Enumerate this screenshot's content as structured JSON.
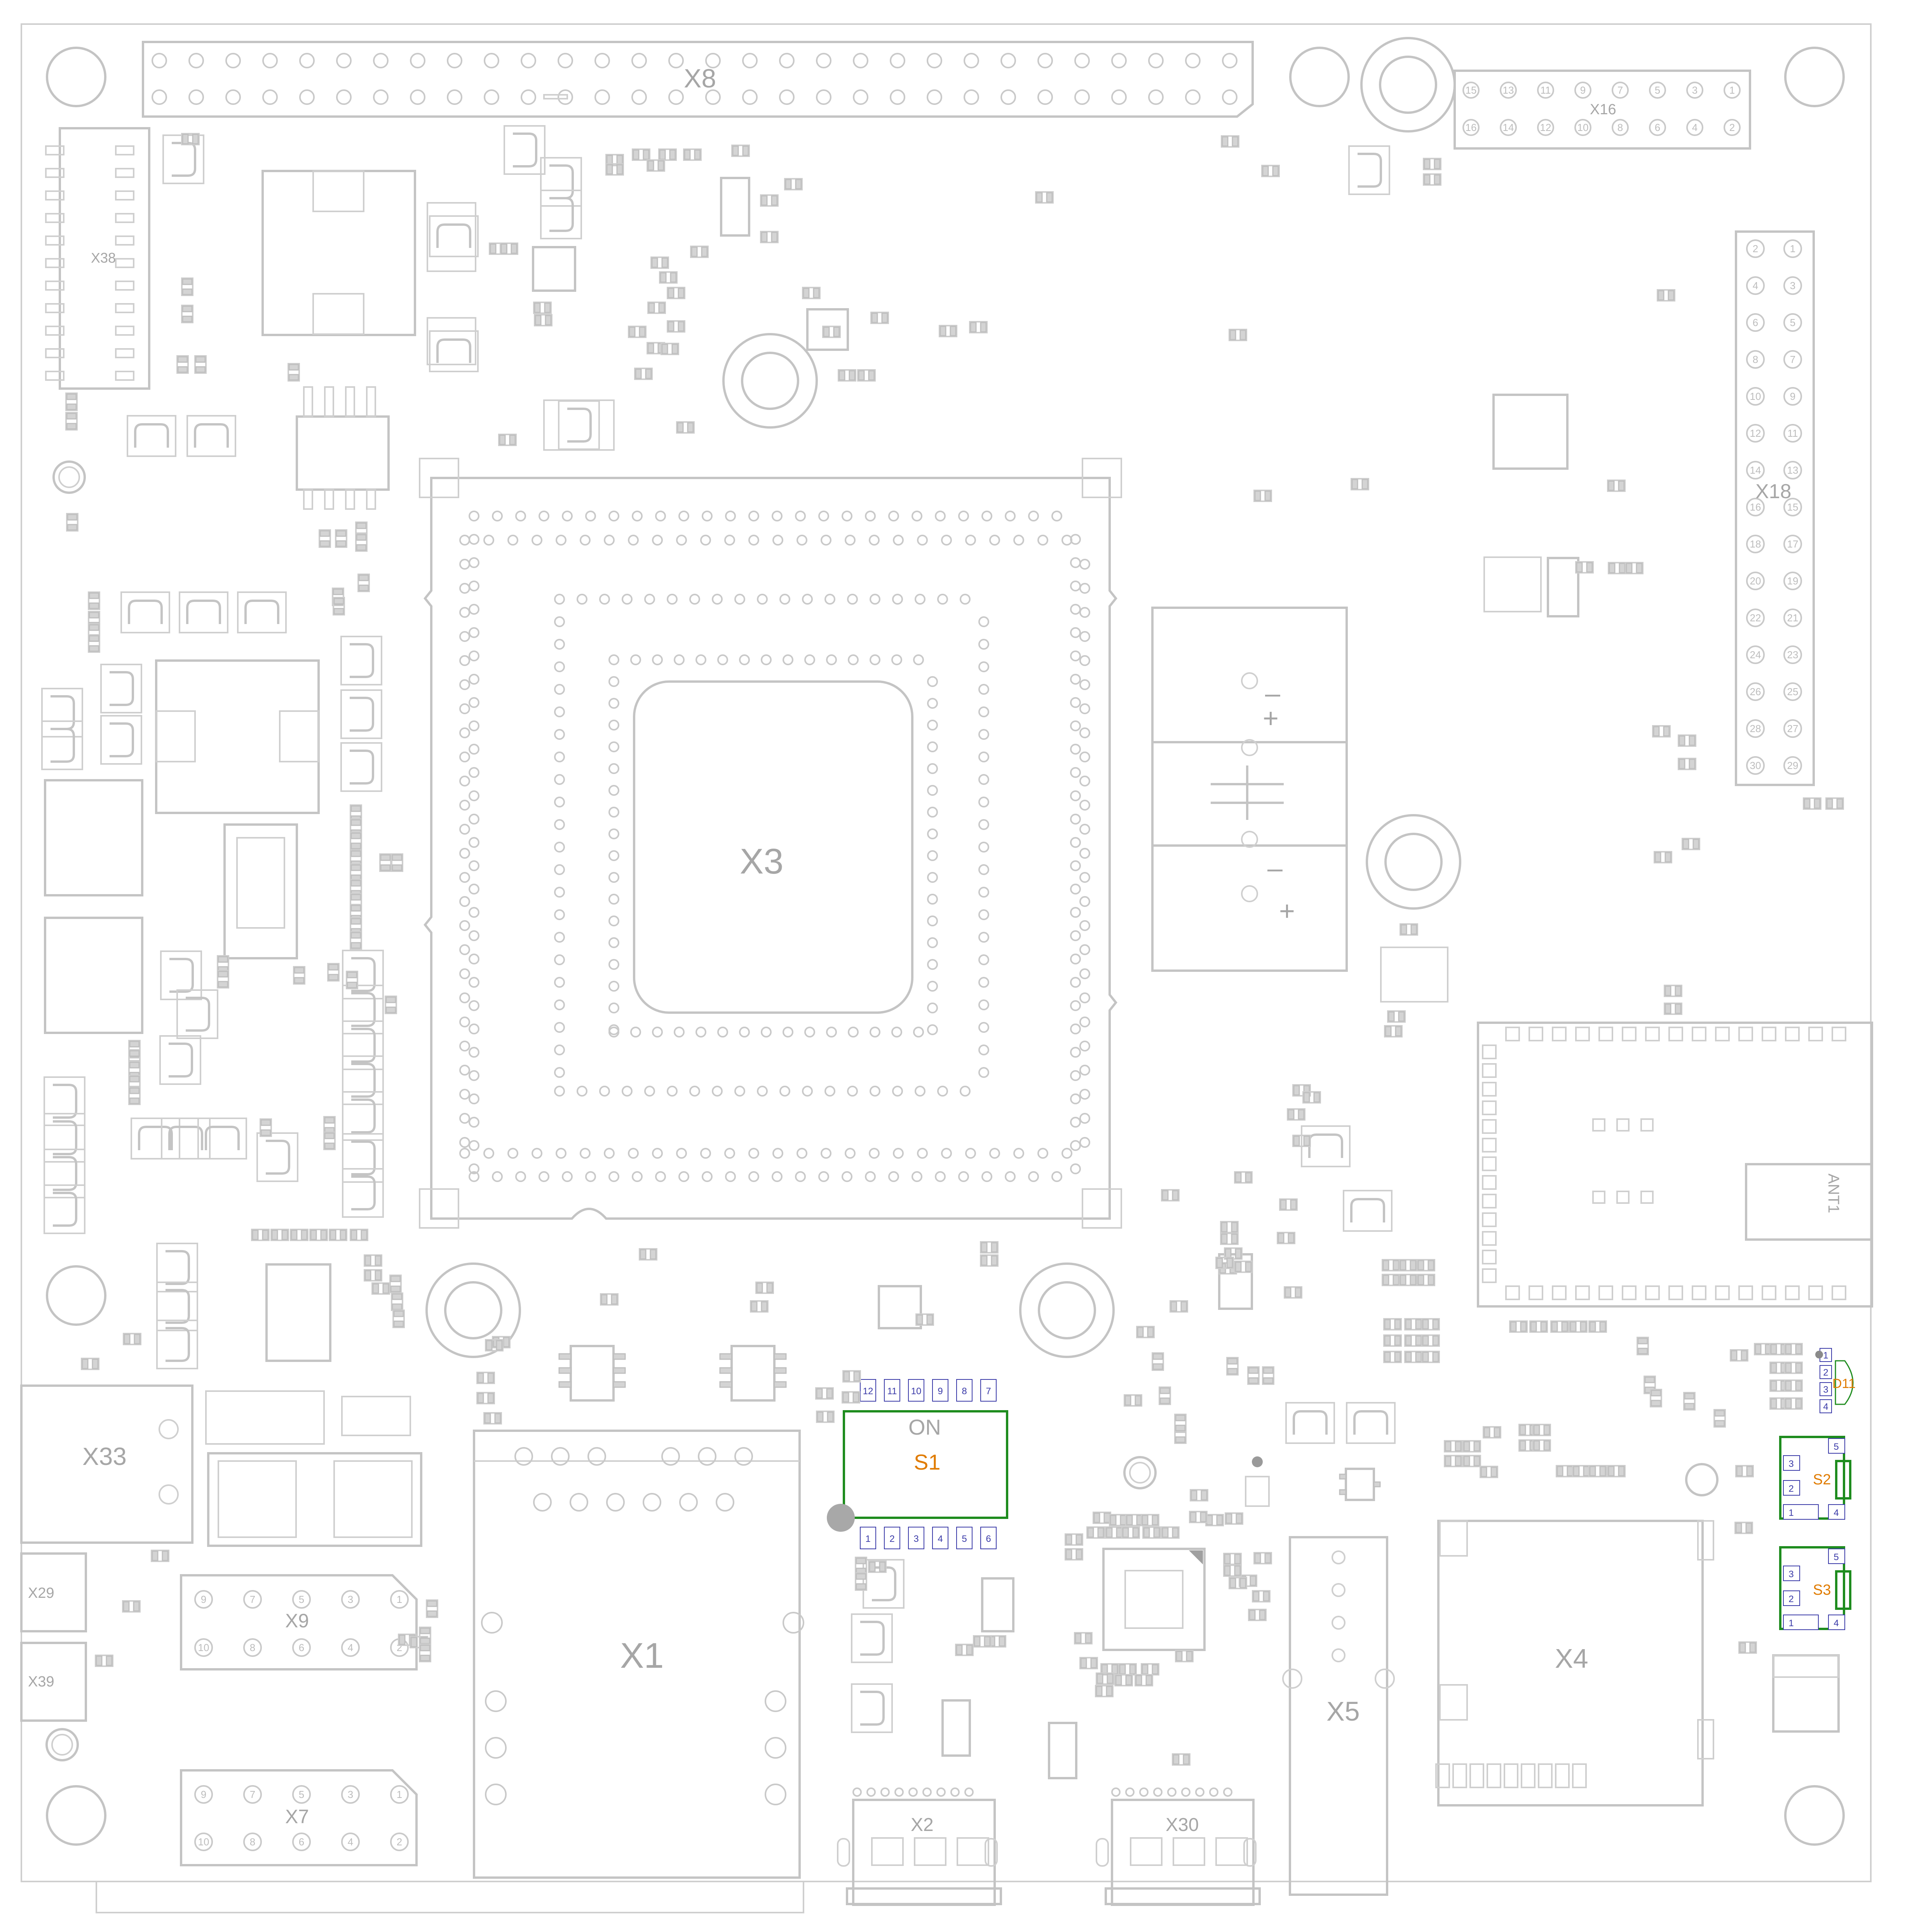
{
  "board": {
    "connectors": {
      "x8": "X8",
      "x16": "X16",
      "x38": "X38",
      "x18": "X18",
      "x3": "X3",
      "x33": "X33",
      "x29": "X29",
      "x39": "X39",
      "x9": "X9",
      "x7": "X7",
      "x1": "X1",
      "x2": "X2",
      "x30": "X30",
      "x5": "X5",
      "x4": "X4",
      "ant1": "ANT1"
    },
    "switches": {
      "s1": "S1",
      "s1_on": "ON",
      "s1_top_pins": [
        "12",
        "11",
        "10",
        "9",
        "8",
        "7"
      ],
      "s1_bottom_pins": [
        "1",
        "2",
        "3",
        "4",
        "5",
        "6"
      ],
      "s2": "S2",
      "s3": "S3",
      "side_pins": [
        "5",
        "3",
        "2",
        "1",
        "4"
      ]
    },
    "led": {
      "d11": "D11",
      "pins": [
        "1",
        "2",
        "3",
        "4"
      ]
    },
    "x16_pins_top": [
      "15",
      "13",
      "11",
      "9",
      "7",
      "5",
      "3",
      "1"
    ],
    "x16_pins_bottom": [
      "16",
      "14",
      "12",
      "10",
      "8",
      "6",
      "4",
      "2"
    ],
    "x18_pins_left": [
      "2",
      "4",
      "6",
      "8",
      "10",
      "12",
      "14",
      "16",
      "18",
      "20",
      "22",
      "24",
      "26",
      "28",
      "30"
    ],
    "x18_pins_right": [
      "1",
      "3",
      "5",
      "7",
      "9",
      "11",
      "13",
      "15",
      "17",
      "19",
      "21",
      "23",
      "25",
      "27",
      "29"
    ],
    "x9_pins_top": [
      "9",
      "7",
      "5",
      "3",
      "1"
    ],
    "x9_pins_bottom": [
      "10",
      "8",
      "6",
      "4",
      "2"
    ],
    "x7_pins_top": [
      "9",
      "7",
      "5",
      "3",
      "1"
    ],
    "x7_pins_bottom": [
      "10",
      "8",
      "6",
      "4",
      "2"
    ],
    "colors": {
      "outline": "#c4c4c4",
      "label": "#a6a6a6",
      "switch_outline": "#1e8c1e",
      "switch_label": "#e07b00",
      "pin_marker": "#3a3aa8",
      "pin1_fill": "#22cc22"
    }
  }
}
